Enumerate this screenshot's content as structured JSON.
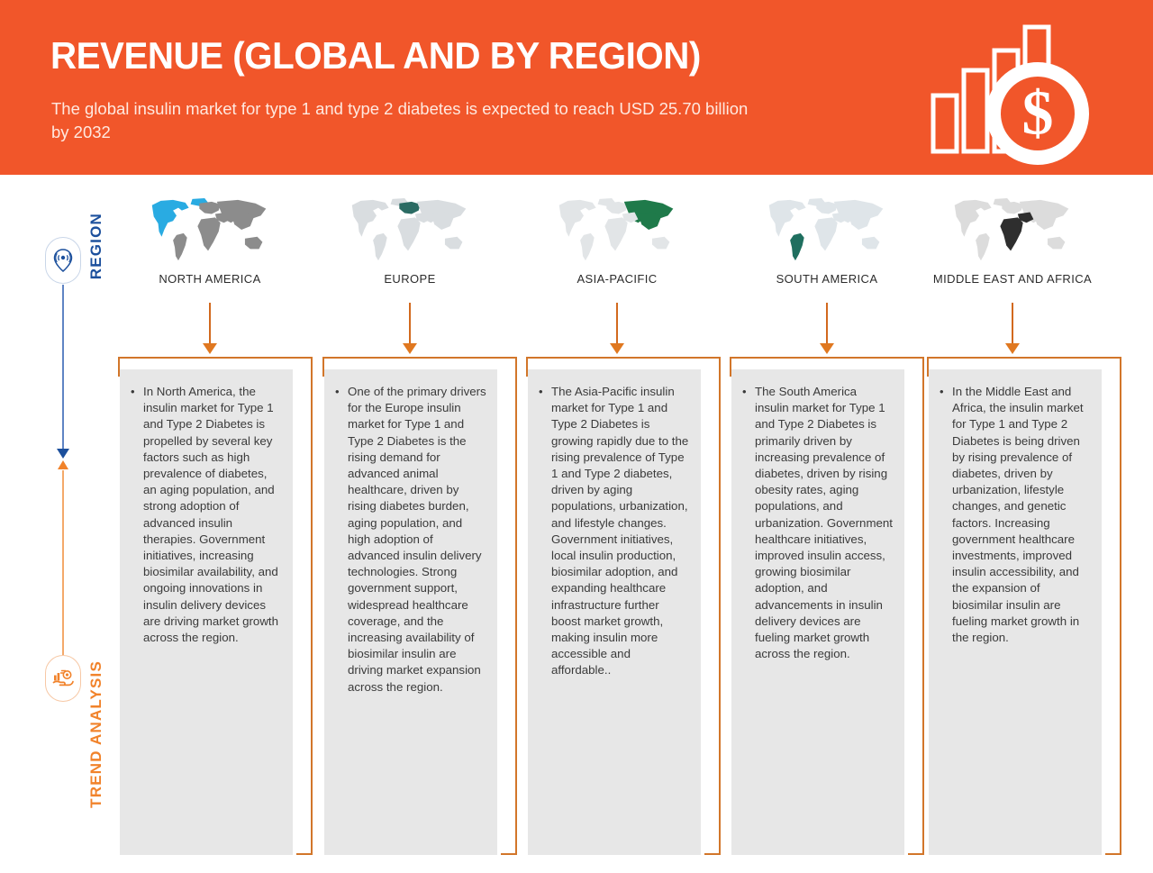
{
  "header": {
    "title": "REVENUE (GLOBAL AND BY REGION)",
    "subtitle": "The global insulin market for type 1 and type 2 diabetes is expected to reach USD 25.70 billion by 2032",
    "icon": "bar-chart-dollar-icon",
    "background_color": "#f1562a",
    "title_color": "#ffffff",
    "subtitle_color": "#ffe9e0"
  },
  "rail": {
    "region": {
      "label": "REGION",
      "icon": "location-pin-icon",
      "color": "#1b4f9c"
    },
    "trend": {
      "label": "TREND ANALYSIS",
      "icon": "hand-analysis-icon",
      "color": "#f1822a"
    }
  },
  "regions": [
    {
      "name": "NORTH AMERICA",
      "map_icon": "world-map-north-america-highlighted",
      "highlight_color": "#29ABE2",
      "base_color": "#8c8c8c",
      "bullet": "•",
      "text": "In North America, the insulin market for Type 1 and Type 2 Diabetes is propelled by several key factors such as high prevalence of diabetes, an aging population, and strong adoption of advanced insulin therapies. Government initiatives, increasing biosimilar availability, and ongoing innovations in insulin delivery devices are driving market growth across the region."
    },
    {
      "name": "EUROPE",
      "map_icon": "world-map-europe-highlighted",
      "highlight_color": "#2b6b63",
      "base_color": "#d9dde0",
      "bullet": "•",
      "text": "One of the primary drivers for the Europe insulin market for Type 1 and Type 2 Diabetes is the rising demand for advanced animal healthcare, driven by rising diabetes burden, aging population, and high adoption of advanced insulin delivery technologies. Strong government support, widespread healthcare coverage, and the increasing availability of biosimilar insulin are driving market expansion across the region."
    },
    {
      "name": "ASIA-PACIFIC",
      "map_icon": "world-map-asia-pacific-highlighted",
      "highlight_color": "#1f7a4a",
      "base_color": "#e2e5e7",
      "bullet": "•",
      "text": "The Asia-Pacific insulin market for Type 1 and Type 2 Diabetes is growing rapidly due to the rising prevalence of Type 1 and Type 2 diabetes, driven by aging populations, urbanization, and lifestyle changes. Government initiatives, local insulin production, biosimilar adoption, and expanding healthcare infrastructure further boost market growth, making insulin more accessible and affordable.."
    },
    {
      "name": "SOUTH AMERICA",
      "map_icon": "world-map-south-america-highlighted",
      "highlight_color": "#1f6f5f",
      "base_color": "#dfe5e9",
      "bullet": "•",
      "text": "The South America insulin market for Type 1 and Type 2 Diabetes is primarily driven by increasing prevalence of diabetes, driven by rising obesity rates, aging populations, and urbanization. Government healthcare initiatives, improved insulin access, growing biosimilar adoption, and advancements in insulin delivery devices are fueling market growth across the region."
    },
    {
      "name": "MIDDLE EAST AND AFRICA",
      "map_icon": "world-map-middle-east-africa-highlighted",
      "highlight_color": "#2e2e2e",
      "base_color": "#dcdcdc",
      "bullet": "•",
      "text": "In the Middle East and Africa, the insulin market for Type 1 and Type 2 Diabetes is being driven by  rising prevalence of diabetes, driven by urbanization, lifestyle changes, and genetic factors. Increasing government healthcare investments, improved insulin accessibility, and the expansion of biosimilar insulin are fueling market growth in the region."
    }
  ],
  "theme": {
    "accent_orange": "#f1562a",
    "frame_orange": "#d2762a",
    "arrow_orange": "#e07820",
    "card_bg": "#e7e7e7",
    "text_color": "#3a3a3a"
  }
}
